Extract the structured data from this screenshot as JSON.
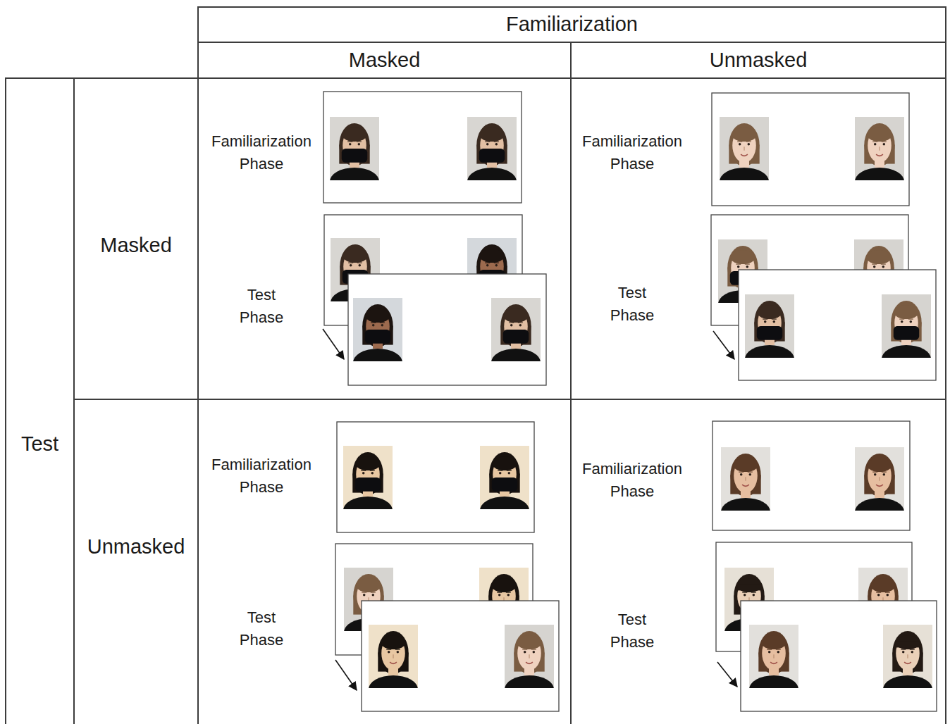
{
  "diagram": {
    "nodes": [
      {
        "text": [
          "Familiarization"
        ]
      },
      {
        "text": [
          "Masked"
        ]
      },
      {
        "text": [
          "Unmasked"
        ]
      },
      {
        "text": [
          "Test"
        ]
      },
      {
        "text": [
          "Masked"
        ]
      },
      {
        "text": [
          "Familiarization Phase",
          "Test Phase"
        ]
      },
      {
        "text": [
          "Familiarization Phase",
          "Test Phase"
        ]
      },
      {
        "text": [
          "Unmasked"
        ]
      },
      {
        "text": [
          "Familiarization Phase",
          "Test Phase"
        ]
      },
      {
        "text": [
          "Familiarization Phase",
          "Test Phase"
        ]
      }
    ]
  }
}
